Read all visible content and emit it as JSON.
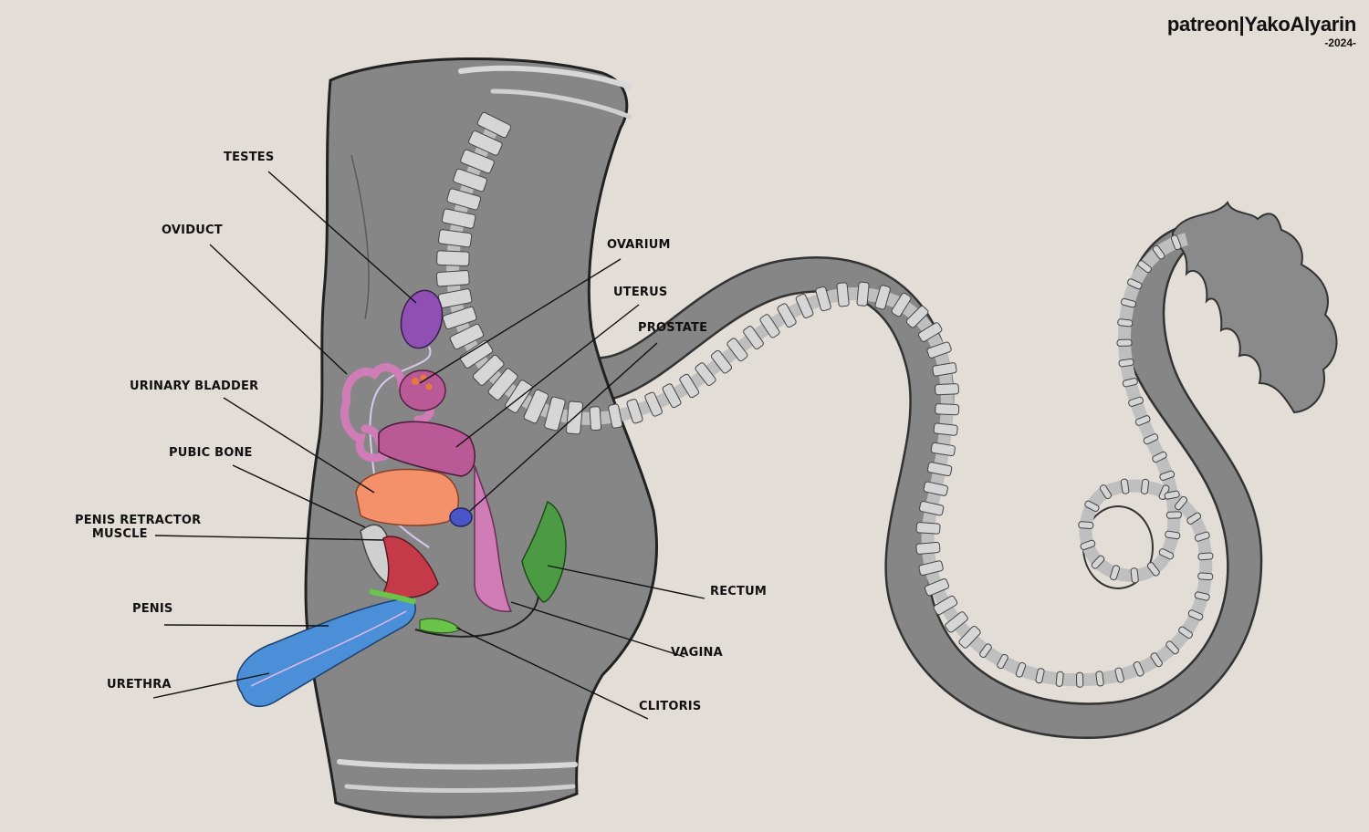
{
  "credit": {
    "line1": "patreon|YakoAlyarin",
    "line2": "-2024-"
  },
  "labels": {
    "testes": "TESTES",
    "oviduct": "OVIDUCT",
    "ovarium": "OVARIUM",
    "uterus": "UTERUS",
    "prostate": "PROSTATE",
    "urinary_bladder": "URINARY BLADDER",
    "pubic_bone": "PUBIC BONE",
    "penis_retractor_muscle": "PENIS RETRACTOR\n    MUSCLE",
    "penis": "PENIS",
    "urethra": "URETHRA",
    "rectum": "RECTUM",
    "vagina": "VAGINA",
    "clitoris": "CLITORIS"
  },
  "colors": {
    "background": "#e3ddd8",
    "body": "#868686",
    "bone": "#cfcfcf",
    "testes": "#8f4fb3",
    "oviduct": "#d07cb7",
    "uterus": "#b95a96",
    "bladder": "#f4906a",
    "prostate": "#4a56c8",
    "retractor_muscle": "#c43a48",
    "penis": "#4a8fd8",
    "rectum": "#4c9a44",
    "clitoris": "#6ac44a"
  }
}
